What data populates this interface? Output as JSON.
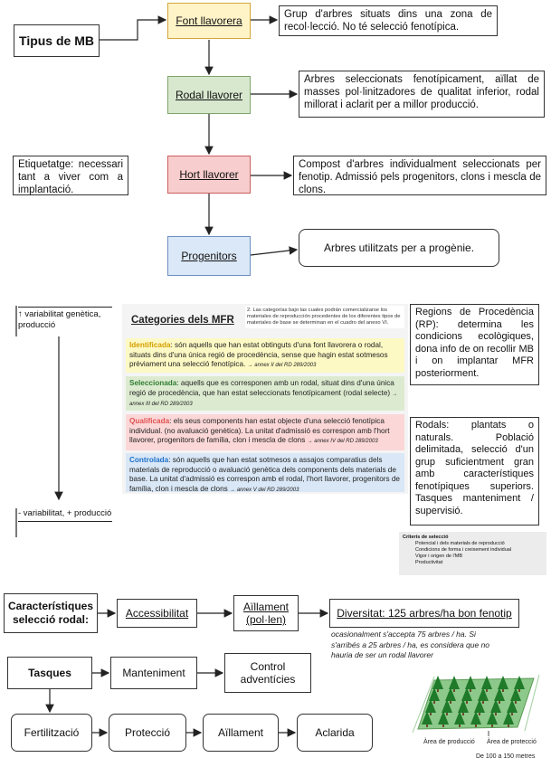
{
  "section1": {
    "root": "Tipus de MB",
    "flow": [
      {
        "label": "Font llavorera",
        "desc": "Grup d'arbres situats dins una zona de recol·lecció. No té selecció fenotípica."
      },
      {
        "label": "Rodal llavorer",
        "desc": "Arbres seleccionats fenotípicament, aïllat de masses pol·linitzadores de qualitat inferior, rodal millorat i aclarit per a millor producció."
      },
      {
        "label": "Hort llavorer",
        "desc": "Compost d'arbres individualment seleccionats per fenotip. Admissió pels progenitors, clons i mescla de clons."
      },
      {
        "label": "Progenitors",
        "desc": "Arbres utilitzats per a progènie."
      }
    ],
    "etiquetatge": "Etiquetatge: necessari tant a viver com a implantació."
  },
  "section2": {
    "top_note": "↑ variabilitat genètica, producció",
    "bottom_note": "- variabilitat, + producció",
    "panel": {
      "title": "Categories dels MFR",
      "side_note": "2. Las categorías bajo las cuales podrán comercializarse los materiales de reproducción procedentes de los diferentes tipos de materiales de base se determinan en el cuadro del anexo VI.",
      "rows": [
        {
          "term": "Identificada",
          "text": ": són aquells que han estat obtinguts d'una font llavorera o rodal, situats dins d'una única regió de procedència, sense que hagin estat sotmesos prèviament una selecció fenotípica.",
          "ref": "→ annex II del RD 289/2003"
        },
        {
          "term": "Seleccionada",
          "text": ": aquells que es corresponen amb un rodal, situat dins d'una única regió de procedència, que han estat seleccionats fenotípicament (rodal selecte)",
          "ref": "→ annex III del RD 289/2003"
        },
        {
          "term": "Qualificada",
          "text": ": els seus components han estat objecte d'una selecció fenotípica individual. (no avaluació genètica). La unitat d'admissió es correspon amb l'hort llavorer, progenitors de família, clon i mescla de clons",
          "ref": "→ annex IV del RD 289/2003"
        },
        {
          "term": "Controlada",
          "text": ": són aquells que han estat sotmesos a assajos comparatius dels materials de reproducció o avaluació genètica dels components dels materials de base. La unitat d'admissió es correspon amb el rodal, l'hort llavorer, progenitors de família, clon i mescla de clons",
          "ref": "→ annex V del RD 289/2003"
        }
      ]
    },
    "regions": "Regions de Procedència (RP): determina les condicions ecològiques, dona info de on recollir MB i on implantar MFR posteriorment.",
    "rodals": "Rodals: plantats o naturals. Població delimitada, selecció d'un grup suficientment gran amb característiques fenotípiques superiors. Tasques manteniment / supervisió.",
    "criteria": {
      "title": "Criteris de selecció",
      "items": [
        "Potencial i dels materials de reproducció",
        "Condicions de forma i creixement individual",
        "Vigor i origen de l'MB",
        "Productivitat"
      ]
    }
  },
  "section3": {
    "car_title": "Característiques selecció rodal:",
    "car_items": [
      "Accessibilitat",
      "Aïllament (pol·len)",
      "Diversitat: 125 arbres/ha bon fenotip"
    ],
    "diversity_note": "ocasionalment s'accepta 75 arbres / ha. Si s'arribés a 25 arbres / ha, es considera que no hauria de ser un rodal llavorer",
    "tasques_title": "Tasques",
    "tasques_row1": [
      "Manteniment",
      "Control adventícies"
    ],
    "tasques_row2": [
      "Fertilització",
      "Protecció",
      "Aïllament",
      "Aclarida"
    ],
    "figure": {
      "area_prod": "Àrea de producció",
      "area_prot": "Àrea de protecció",
      "area_dist": "De 100 a 150 metres"
    }
  }
}
